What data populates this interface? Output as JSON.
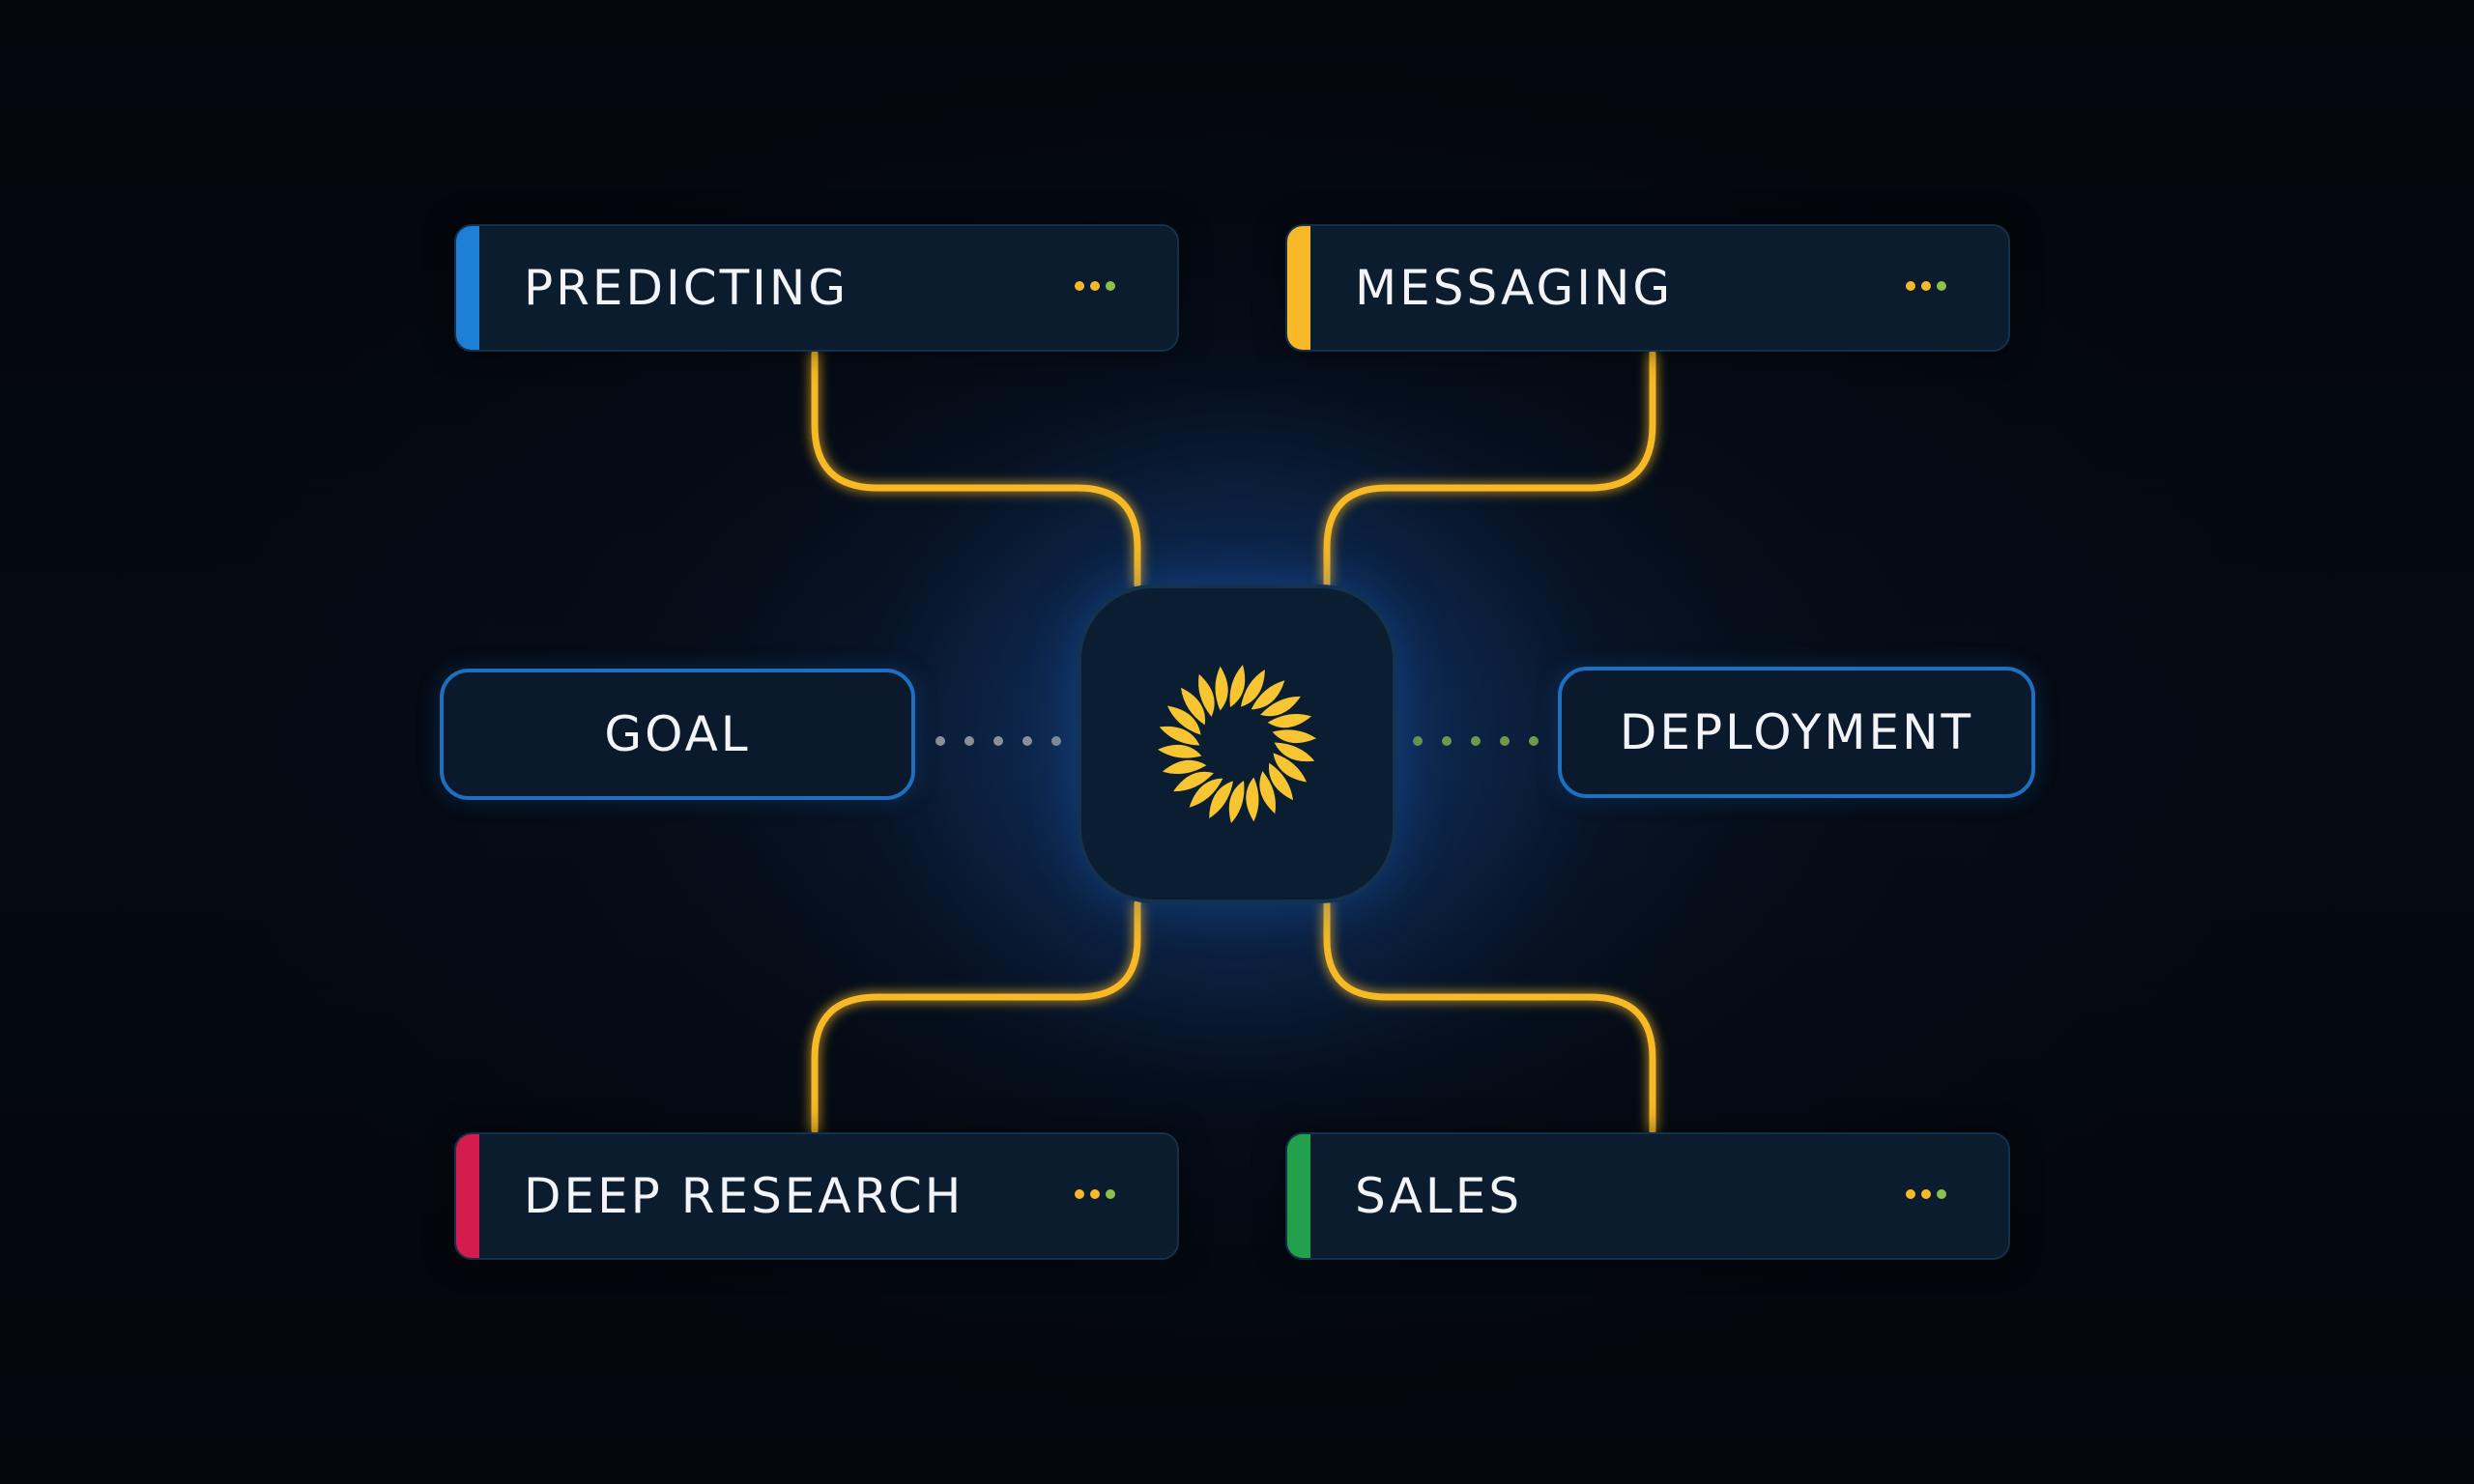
{
  "colors": {
    "connector": "#f7b928",
    "predicting_accent": "#1e7fd6",
    "messaging_accent": "#f7b928",
    "deep_research_accent": "#d41c4f",
    "sales_accent": "#22a04b",
    "side_border": "#1e6fc0",
    "dot_orange": "#f7b928",
    "dot_green": "#8bc34a"
  },
  "cards": {
    "predicting": {
      "label": "PREDICTING"
    },
    "messaging": {
      "label": "MESSAGING"
    },
    "deep_research": {
      "label": "DEEP RESEARCH"
    },
    "sales": {
      "label": "SALES"
    }
  },
  "side_nodes": {
    "goal": {
      "label": "GOAL"
    },
    "deployment": {
      "label": "DEPLOYMENT"
    }
  },
  "hub": {
    "icon": "sunburst-ring-icon"
  }
}
